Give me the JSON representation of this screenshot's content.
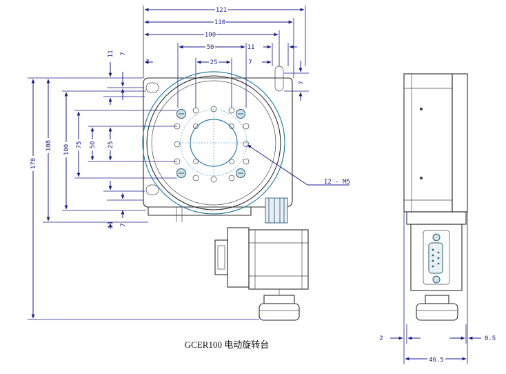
{
  "caption": "GCER100 电动旋转台",
  "callout": "I2 - M5",
  "dimensions": {
    "top_121": "121",
    "top_110": "110",
    "top_100": "100",
    "top_50": "50",
    "top_25": "25",
    "top_11": "11",
    "left_7": "7",
    "mid_7": "7",
    "right_7": "7",
    "left_11_top": "11",
    "left_7_top": "7",
    "v_178": "178",
    "v_108": "108",
    "v_100": "100",
    "v_75": "75",
    "v_50": "50",
    "v_25": "25",
    "left_11_bot": "11",
    "left_7_bot": "7",
    "side_2": "2",
    "side_05": "0.5",
    "side_465": "46.5"
  }
}
